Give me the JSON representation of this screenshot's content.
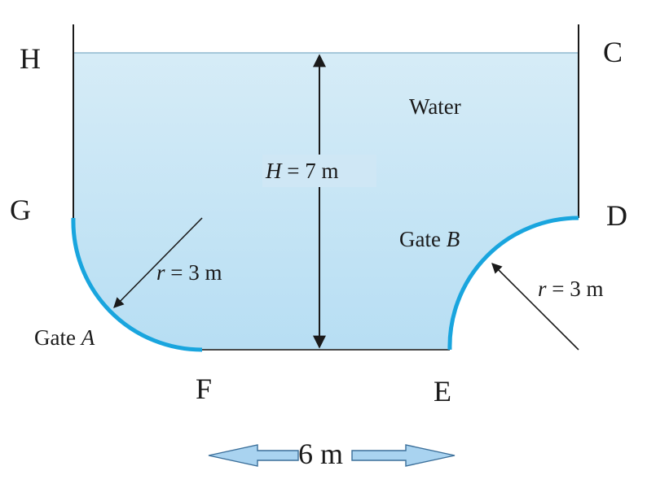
{
  "points": {
    "h": "H",
    "c": "C",
    "g": "G",
    "d": "D",
    "f": "F",
    "e": "E"
  },
  "fluid_label": "Water",
  "depth": {
    "symbol": "H",
    "value": "= 7 m"
  },
  "gate_a": {
    "word": "Gate",
    "letter": "A"
  },
  "gate_b": {
    "word": "Gate",
    "letter": "B"
  },
  "radius_a": {
    "symbol": "r",
    "value": "= 3 m"
  },
  "radius_b": {
    "symbol": "r",
    "value": "= 3 m"
  },
  "width_label": "6 m",
  "colors": {
    "water_top": "#d6ecf7",
    "water_bottom": "#b7def3",
    "gate": "#19a5de",
    "arrow_fill": "#a9d3f0",
    "arrow_stroke": "#3a6e99",
    "wall": "#1a1a1a"
  }
}
